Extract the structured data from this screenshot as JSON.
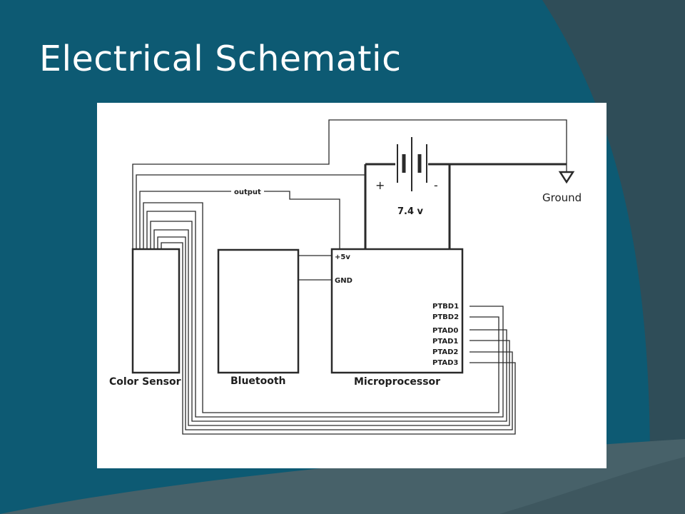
{
  "slide": {
    "title": "Electrical Schematic"
  },
  "colors": {
    "background": "#0d5a73",
    "curve_light": "#476169",
    "curve_dark": "#2f4d58",
    "schematic_bg": "#ffffff",
    "wire": "#2a2a2a"
  },
  "schematic": {
    "battery": {
      "plus_label": "+",
      "minus_label": "-",
      "voltage_label": "7.4 v"
    },
    "ground_label": "Ground",
    "output_label": "output",
    "components": {
      "color_sensor": "Color Sensor",
      "bluetooth": "Bluetooth",
      "microprocessor": "Microprocessor"
    },
    "pins": {
      "vcc": "+5v",
      "gnd": "GND",
      "ptbd1": "PTBD1",
      "ptbd2": "PTBD2",
      "ptad0": "PTAD0",
      "ptad1": "PTAD1",
      "ptad2": "PTAD2",
      "ptad3": "PTAD3"
    }
  }
}
